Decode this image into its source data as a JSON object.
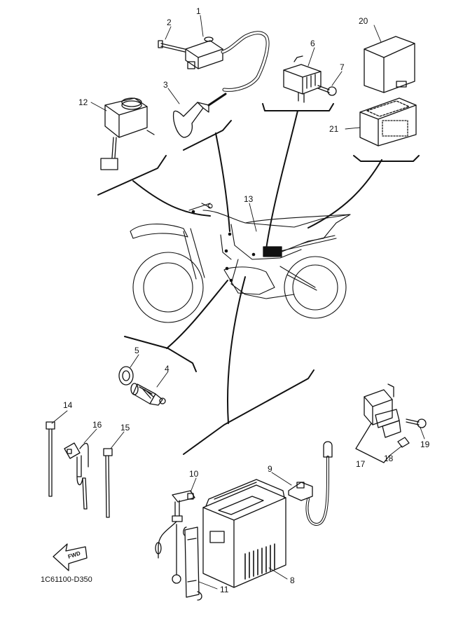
{
  "diagram": {
    "part_number": "1C61100-D350",
    "fwd_label": "FWD",
    "callouts": [
      "1",
      "2",
      "3",
      "4",
      "5",
      "6",
      "7",
      "8",
      "9",
      "10",
      "11",
      "12",
      "13",
      "14",
      "15",
      "16",
      "17",
      "18",
      "19",
      "20",
      "21"
    ]
  }
}
